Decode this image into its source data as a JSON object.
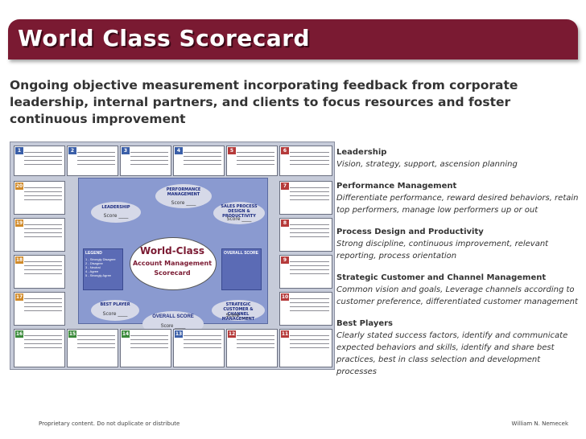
{
  "header": {
    "title": "World Class Scorecard"
  },
  "subtitle": "Ongoing objective measurement incorporating feedback from corporate leadership, internal partners, and clients to focus resources and foster continuous improvement",
  "scorecard": {
    "center_title": [
      "World-Class",
      "Account Management",
      "Scorecard"
    ],
    "overall_score_label": "OVERALL SCORE",
    "score_label": "Score ____",
    "ovals": [
      {
        "label": "LEADERSHIP",
        "score": "Score ____"
      },
      {
        "label": "PERFORMANCE MANAGEMENT",
        "score": "Score ____"
      },
      {
        "label": "SALES PROCESS DESIGN & PRODUCTIVITY",
        "score": "Score ____"
      },
      {
        "label": "BEST PLAYER",
        "score": "Score ____"
      },
      {
        "label": "STRATEGIC CUSTOMER & CHANNEL MANAGEMENT",
        "score": "Score ____"
      }
    ],
    "legend_title": "LEGEND",
    "legend_items": [
      "1 - Strongly Disagree",
      "2 - Disagree",
      "3 - Neutral",
      "4 - Agree",
      "5 - Strongly Agree"
    ],
    "overall_box_title": "OVERALL SCORE",
    "cell_numbers": [
      "1",
      "2",
      "3",
      "4",
      "5",
      "6",
      "7",
      "8",
      "9",
      "10",
      "11",
      "12",
      "13",
      "14",
      "15",
      "16",
      "17",
      "18",
      "19",
      "20"
    ],
    "colors": {
      "background": "#c6cbd9",
      "center": "#8a9ad0",
      "accent": "#7a1a32"
    }
  },
  "panel": {
    "items": [
      {
        "heading": "Leadership",
        "desc": "Vision, strategy, support, ascension planning"
      },
      {
        "heading": "Performance Management",
        "desc": "Differentiate performance, reward desired behaviors, retain top performers, manage low performers up or out"
      },
      {
        "heading": "Process Design and Productivity",
        "desc": "Strong discipline, continuous improvement, relevant reporting, process orientation"
      },
      {
        "heading": "Strategic Customer and Channel Management",
        "desc": "Common vision and goals, Leverage channels according to customer preference, differentiated customer management"
      },
      {
        "heading": "Best Players",
        "desc": "Clearly stated success factors, identify and communicate expected behaviors and skills, identify and share best practices, best in class selection and development processes"
      }
    ]
  },
  "footer": {
    "left": "Proprietary content.  Do not duplicate or distribute",
    "right": "William N. Nemecek"
  }
}
